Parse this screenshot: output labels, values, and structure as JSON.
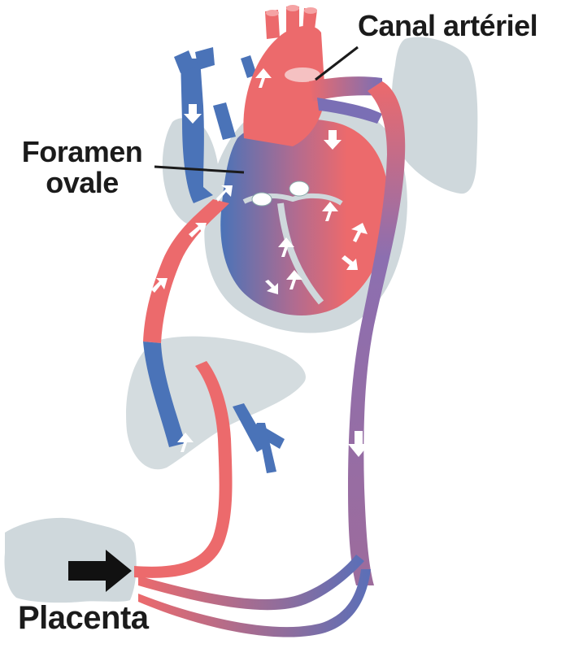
{
  "labels": {
    "canal_arteriel": "Canal artériel",
    "foramen_line1": "Foramen",
    "foramen_line2": "ovale",
    "placenta": "Placenta"
  },
  "colors": {
    "oxygenated": "#ec6a6c",
    "deoxygenated": "#4a73b8",
    "organ": "#cfd8dc",
    "label": "#1b1b1b"
  }
}
